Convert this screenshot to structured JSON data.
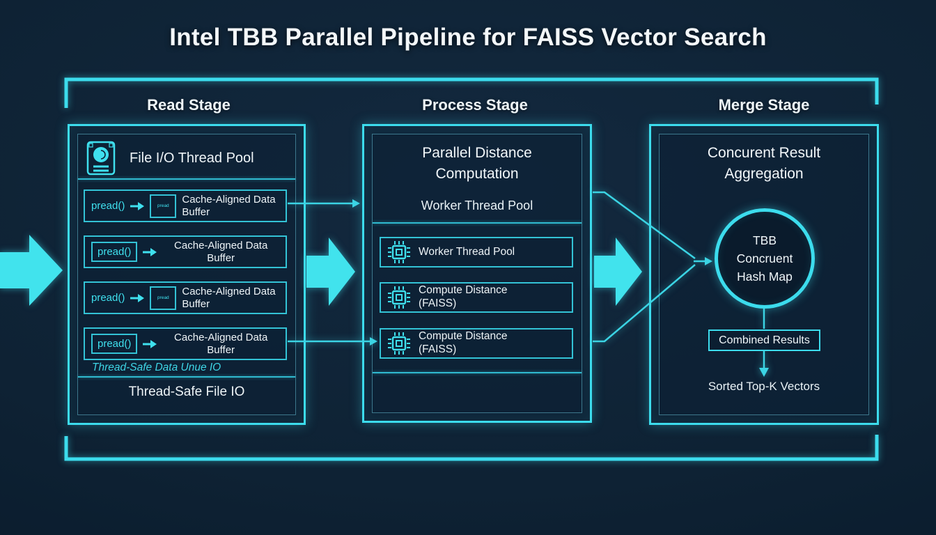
{
  "title": "Intel TBB Parallel Pipeline for FAISS Vector Search",
  "colors": {
    "background": "#0C1E30",
    "accent": "#3CDCED",
    "accent_dim": "#2FB9CF",
    "text_white": "#F2F7FA",
    "text_cyan": "#3FE0EE"
  },
  "icons": {
    "read_pool": "hard-disk-icon",
    "process_row": "cpu-chip-icon",
    "row_arrow": "arrow-right-icon",
    "flow_arrow": "big-flow-arrow-right"
  },
  "stages": {
    "read": {
      "label": "Read Stage",
      "pool_title": "File I/O Thread Pool",
      "rows": [
        {
          "call": "pread()",
          "mini": "pread",
          "label": "Cache-Aligned Data Buffer"
        },
        {
          "call": "pread()",
          "label": "Cache-Aligned Data Buffer"
        },
        {
          "call": "pread()",
          "mini": "pread",
          "label": "Cache-Aligned Data Buffer"
        },
        {
          "call": "pread()",
          "label": "Cache-Aligned Data Buffer"
        }
      ],
      "queue_note": "Thread-Safe Data Unue IO",
      "footer": "Thread-Safe File IO"
    },
    "process": {
      "label": "Process Stage",
      "heading": "Parallel Distance Computation",
      "subheading": "Worker Thread Pool",
      "rows": [
        {
          "label": "Worker Thread Pool"
        },
        {
          "label": "Compute Distance (FAISS)"
        },
        {
          "label": "Compute Distance (FAISS)"
        }
      ]
    },
    "merge": {
      "label": "Merge Stage",
      "heading": "Concurent Result Aggregation",
      "hashmap_lines": [
        "TBB",
        "Concruent",
        "Hash Map"
      ],
      "combined_label": "Combined Results",
      "output_label": "Sorted Top-K Vectors"
    }
  }
}
